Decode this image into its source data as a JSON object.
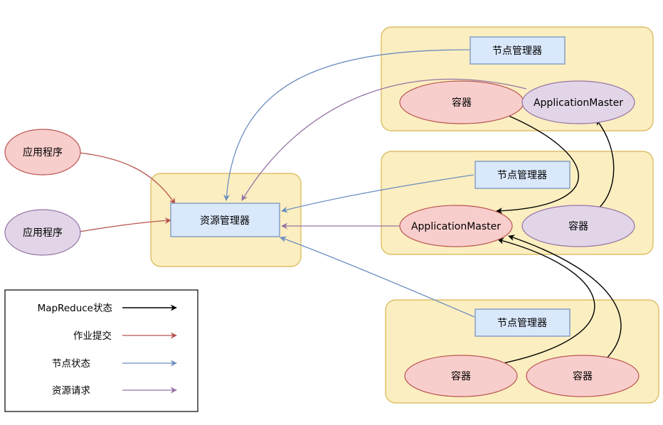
{
  "colors": {
    "group_fill": "#fbeec0",
    "group_stroke": "#d7b552",
    "box_fill": "#dae8fc",
    "box_stroke": "#6c8ebf",
    "red_fill": "#f8cecc",
    "red_stroke": "#b85450",
    "purple_fill": "#e1d5e7",
    "purple_stroke": "#9673a6",
    "mapreduce": "#000000",
    "job_submit": "#b85450",
    "node_status": "#6c8ebf",
    "resource_request": "#9673a6"
  },
  "applications": [
    {
      "label": "应用程序",
      "style": "red"
    },
    {
      "label": "应用程序",
      "style": "purple"
    }
  ],
  "resource_manager": {
    "label": "资源管理器"
  },
  "nodes": [
    {
      "node_manager": "节点管理器",
      "items": [
        {
          "label": "容器",
          "style": "red"
        },
        {
          "label": "ApplicationMaster",
          "style": "purple"
        }
      ]
    },
    {
      "node_manager": "节点管理器",
      "items": [
        {
          "label": "ApplicationMaster",
          "style": "red"
        },
        {
          "label": "容器",
          "style": "purple"
        }
      ]
    },
    {
      "node_manager": "节点管理器",
      "items": [
        {
          "label": "容器",
          "style": "red"
        },
        {
          "label": "容器",
          "style": "red"
        }
      ]
    }
  ],
  "legend": [
    {
      "label": "MapReduce状态",
      "color": "#000000"
    },
    {
      "label": "作业提交",
      "color": "#b85450"
    },
    {
      "label": "节点状态",
      "color": "#6c8ebf"
    },
    {
      "label": "资源请求",
      "color": "#9673a6"
    }
  ]
}
